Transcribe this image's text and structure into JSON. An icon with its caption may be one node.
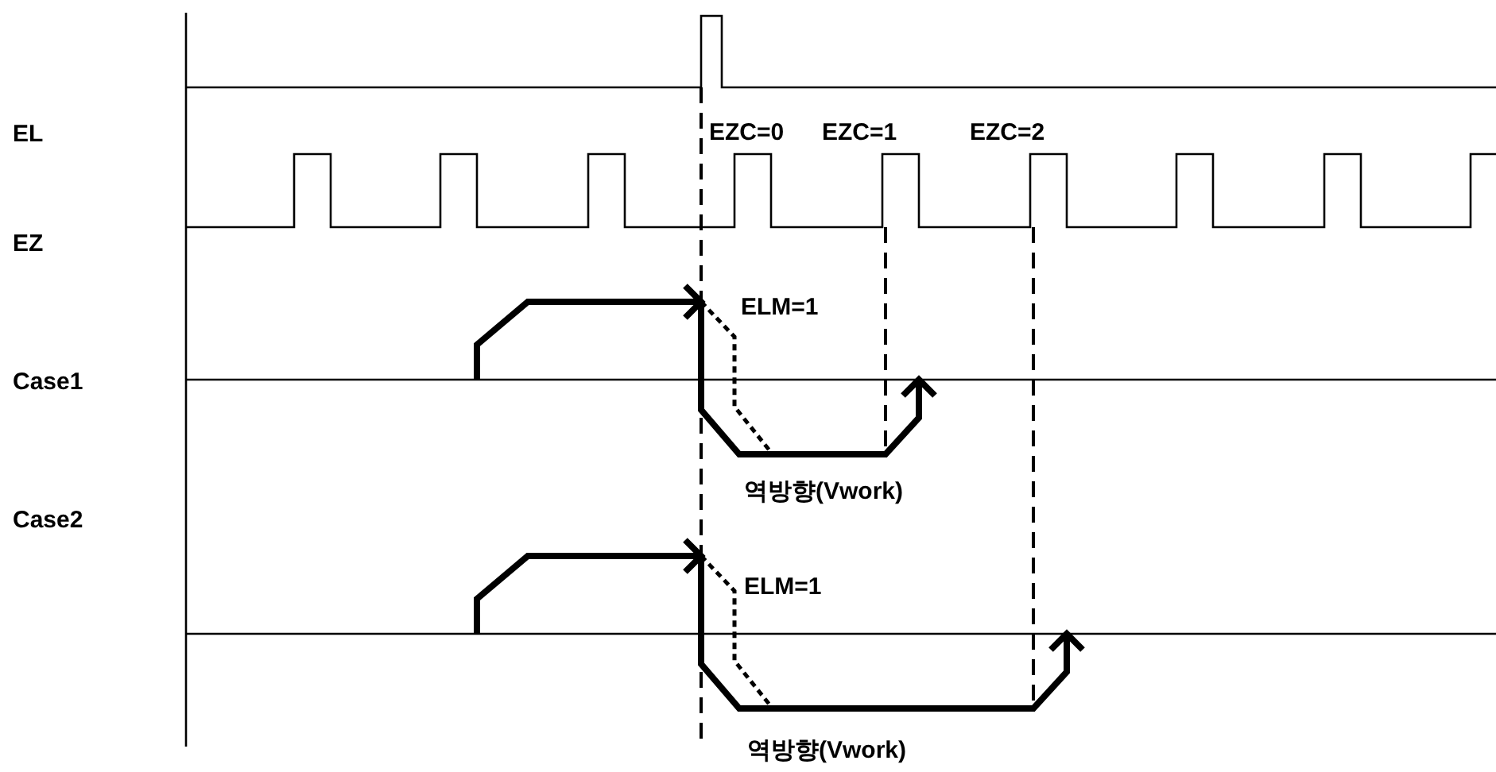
{
  "diagram": {
    "labels": [
      "EL",
      "EZC=0",
      "EZC=1",
      "EZC=2",
      "EZ",
      "ELM=1",
      "Case1",
      "역방향(Vwork)",
      "Case2",
      "ELM=1",
      "역방향(Vwork)"
    ]
  }
}
